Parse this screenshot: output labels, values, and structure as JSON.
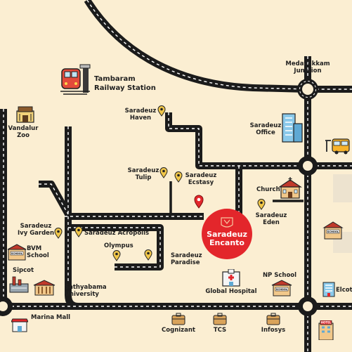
{
  "colors": {
    "background": "#fbeed2",
    "road": "#1b1b1b",
    "road_dash": "#ffffff",
    "brand": "#e3262b",
    "pin": "#f0c64a",
    "panel": "#ede3cf"
  },
  "brand": {
    "line1": "Saradeuz",
    "line2": "Encanto",
    "logo_icon": "crest-icon"
  },
  "locations": {
    "tambaram_line1": "Tambaram",
    "tambaram_line2": "Railway Station",
    "medavakkam_line1": "Medavakkam",
    "medavakkam_line2": "Junction",
    "vandalur_line1": "Vandalur",
    "vandalur_line2": "Zoo",
    "haven_line1": "Saradeuz",
    "haven_line2": "Haven",
    "office_line1": "Saradeuz",
    "office_line2": "Office",
    "tulip_line1": "Saradeuz",
    "tulip_line2": "Tulip",
    "ecstasy_line1": "Saradeuz",
    "ecstasy_line2": "Ecstasy",
    "church": "Church",
    "eden_line1": "Saradeuz",
    "eden_line2": "Eden",
    "ivy_line1": "Saradeuz",
    "ivy_line2": "Ivy Garden",
    "acropolis": "Saradeuz Acropolis",
    "bvm_line1": "BVM",
    "bvm_line2": "School",
    "olympus": "Olympus",
    "paradise_line1": "Saradeuz",
    "paradise_line2": "Paradise",
    "sipcot": "Sipcot",
    "sathyabama_line1": "Sathyabama",
    "sathyabama_line2": "University",
    "global_hospital": "Global Hospital",
    "np_school": "NP School",
    "elcot": "Elcot",
    "marina_mall": "Marina Mall",
    "cognizant": "Cognizant",
    "tcs": "TCS",
    "infosys": "Infosys"
  },
  "icons": {
    "school_sign": "SCHOOL",
    "hotel_sign": "HOTEL"
  }
}
